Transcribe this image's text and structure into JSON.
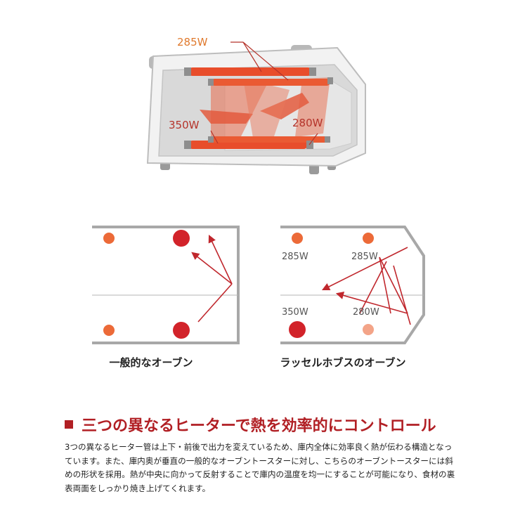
{
  "oven_illustration": {
    "top_heater_label": "285W",
    "bottom_left_label": "350W",
    "bottom_right_label": "280W"
  },
  "general_oven": {
    "caption": "一般的なオーブン"
  },
  "russell_oven": {
    "caption": "ラッセルホブスのオーブン",
    "heaters": {
      "top_left": "285W",
      "top_right": "285W",
      "bottom_left": "350W",
      "bottom_right": "280W"
    }
  },
  "section": {
    "title": "三つの異なるヒーターで熱を効率的にコントロール",
    "body": "3つの異なるヒーター管は上下・前後で出力を変えているため、庫内全体に効率良く熱が伝わる構造となっています。また、庫内奥が垂直の一般的なオーブントースターに対し、こちらのオーブントースターには斜めの形状を採用。熱が中央に向かって反射することで庫内の温度を均一にすることが可能になり、食材の裏表両面をしっかり焼き上げてくれます。"
  },
  "colors": {
    "heater": "#e84d2b",
    "dot_red": "#d2232a",
    "dot_orange": "#ec6a38",
    "dot_light": "#f3a488",
    "title_red": "#b11f24"
  }
}
